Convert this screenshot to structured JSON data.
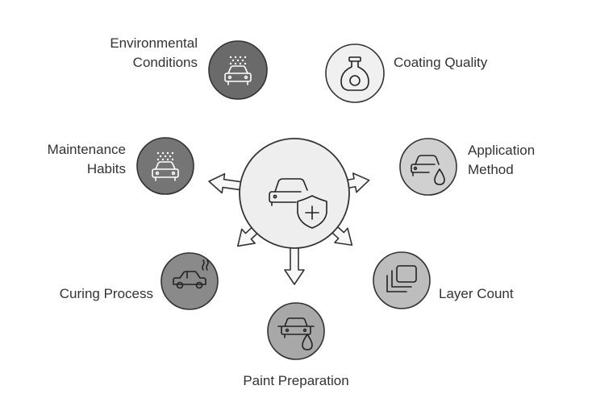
{
  "center": {
    "icon": "car-shield-icon"
  },
  "factors": [
    {
      "id": "environmental-conditions",
      "lines": [
        "Environmental",
        "Conditions"
      ],
      "icon": "car-spray-icon",
      "fill": "#6a6a6a"
    },
    {
      "id": "coating-quality",
      "lines": [
        "Coating Quality"
      ],
      "icon": "bottle-icon",
      "fill": "#f0f0f0"
    },
    {
      "id": "application-method",
      "lines": [
        "Application",
        "Method"
      ],
      "icon": "car-drop-icon",
      "fill": "#d0d0d0"
    },
    {
      "id": "layer-count",
      "lines": [
        "Layer Count"
      ],
      "icon": "layers-icon",
      "fill": "#bdbdbd"
    },
    {
      "id": "paint-preparation",
      "lines": [
        "Paint Preparation"
      ],
      "icon": "car-front-drop-icon",
      "fill": "#a8a8a8"
    },
    {
      "id": "curing-process",
      "lines": [
        "Curing Process"
      ],
      "icon": "car-heat-icon",
      "fill": "#8a8a8a"
    },
    {
      "id": "maintenance-habits",
      "lines": [
        "Maintenance",
        "Habits"
      ],
      "icon": "car-spray-icon",
      "fill": "#757575"
    }
  ],
  "colors": {
    "stroke": "#333333",
    "center_fill": "#eeeeee",
    "arrow_fill": "#f7f7f7"
  }
}
